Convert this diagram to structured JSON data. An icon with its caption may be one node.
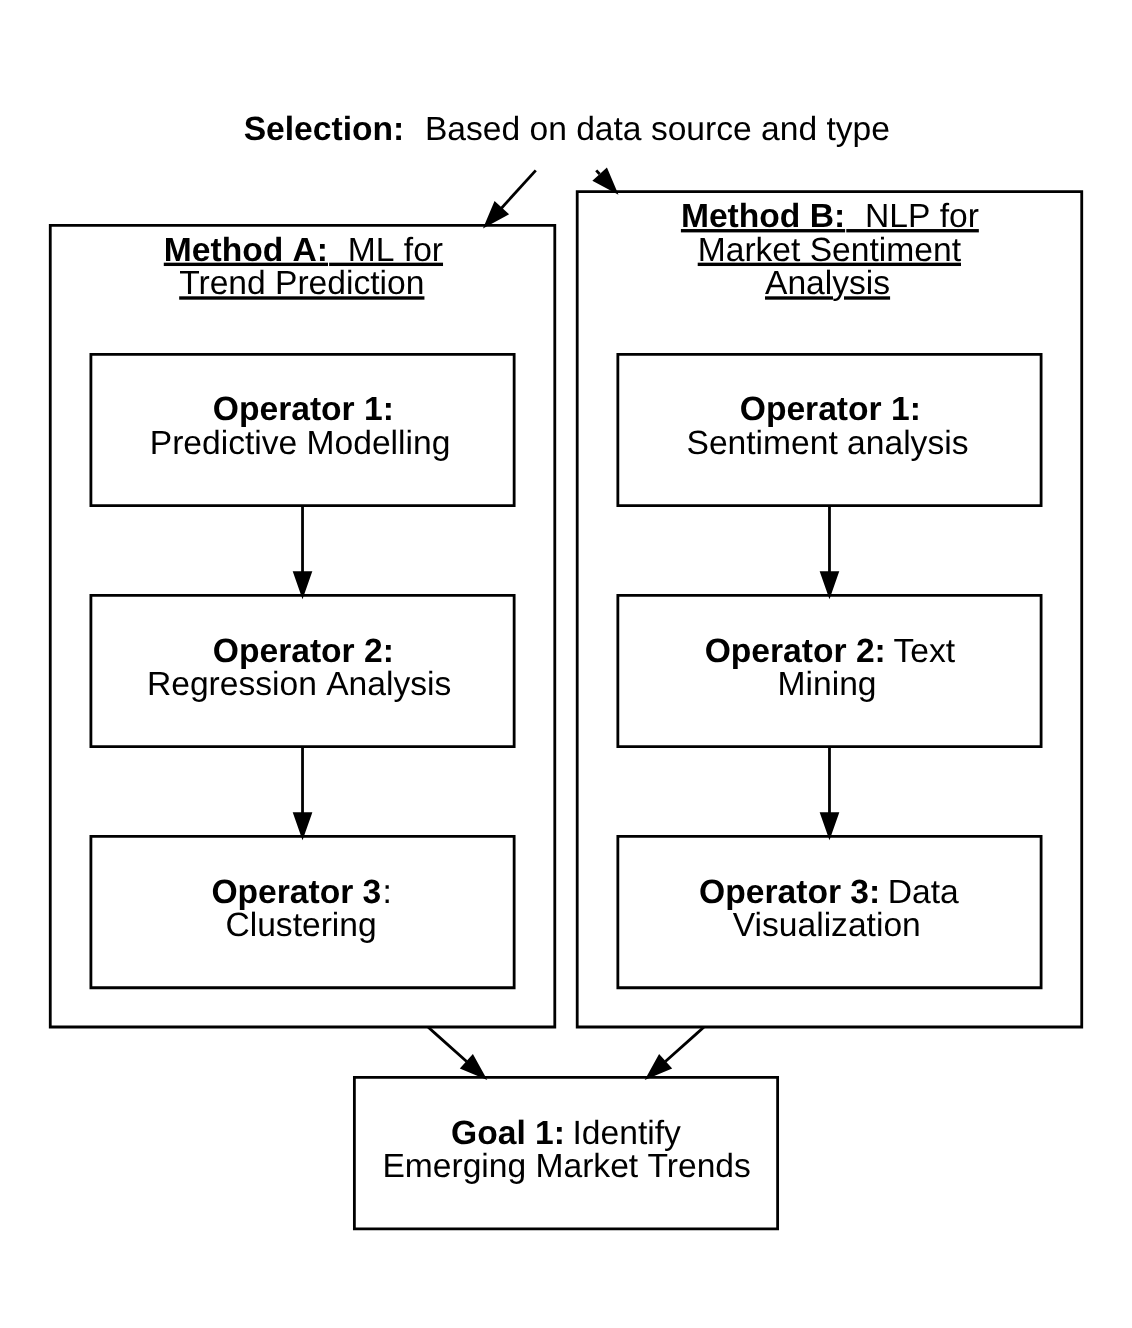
{
  "diagram": {
    "nodes": [
      {
        "text": [
          "**Selection:**  Based on data source and type"
        ]
      },
      {
        "text": [
          "**Method A:**  ML for Trend Prediction"
        ]
      },
      {
        "text": [
          "**Operator 1:** Predictive Modelling"
        ],
        "in": 1
      },
      {
        "text": [
          "**Operator 2:** Regression Analysis"
        ],
        "in": 1
      },
      {
        "text": [
          "**Operator 3**: Clustering"
        ],
        "in": 1
      },
      {
        "text": [
          "**Method B:**  NLP for Market Sentiment Analysis"
        ]
      },
      {
        "text": [
          "**Operator 1:** Sentiment analysis"
        ],
        "in": 5
      },
      {
        "text": [
          "**Operator 2:** Text Mining"
        ],
        "in": 5
      },
      {
        "text": [
          "**Operator 3:** Data Visualization"
        ],
        "in": 5
      },
      {
        "text": [
          "**Goal 1:** Identify Emerging Market Trends"
        ]
      }
    ],
    "edges": [
      {
        "from": 0,
        "to": 1,
        "arrow": "to"
      },
      {
        "from": 0,
        "to": 5,
        "arrow": "to"
      },
      {
        "from": 2,
        "to": 3,
        "arrow": "to"
      },
      {
        "from": 3,
        "to": 4,
        "arrow": "to"
      },
      {
        "from": 6,
        "to": 7,
        "arrow": "to"
      },
      {
        "from": 7,
        "to": 8,
        "arrow": "to"
      },
      {
        "from": 1,
        "to": 9,
        "arrow": "to"
      },
      {
        "from": 5,
        "to": 9,
        "arrow": "to"
      }
    ]
  }
}
